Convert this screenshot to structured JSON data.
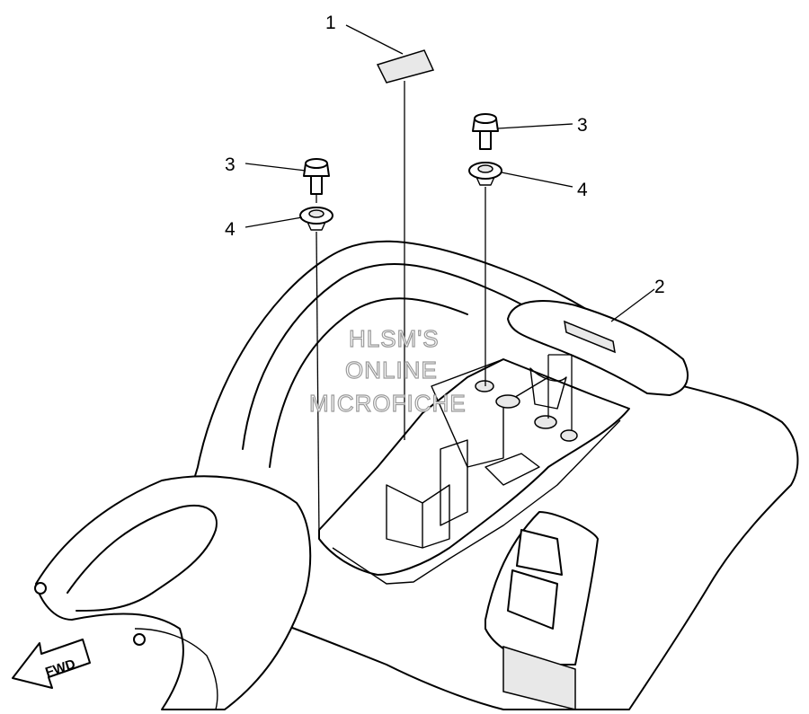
{
  "diagram": {
    "callouts": [
      {
        "id": "1",
        "label": "1"
      },
      {
        "id": "2",
        "label": "2"
      },
      {
        "id": "3a",
        "label": "3"
      },
      {
        "id": "3b",
        "label": "3"
      },
      {
        "id": "4a",
        "label": "4"
      },
      {
        "id": "4b",
        "label": "4"
      }
    ],
    "watermark": {
      "line1": "HLSM'S",
      "line2": "ONLINE",
      "line3": "MICROFICHE"
    },
    "direction_arrow": {
      "label": "FWD",
      "icon": "fwd-arrow-icon"
    }
  }
}
